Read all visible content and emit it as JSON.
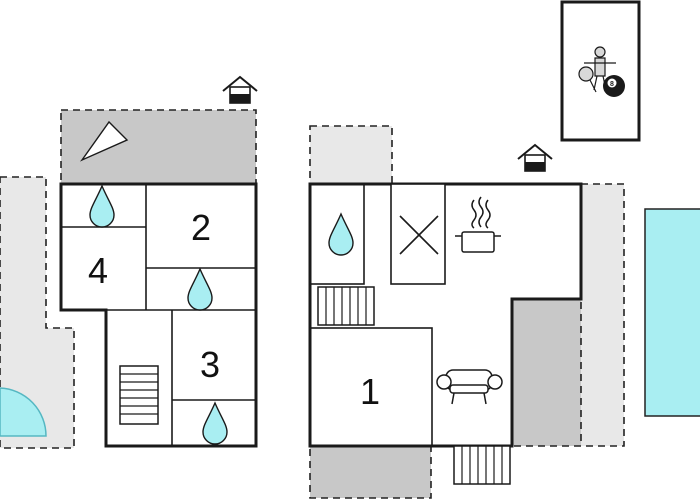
{
  "rooms": [
    {
      "label": "4"
    },
    {
      "label": "2"
    },
    {
      "label": "3"
    },
    {
      "label": "1"
    }
  ],
  "badge": {
    "label": "8"
  },
  "colors": {
    "wall": "#1a1a1a",
    "shade_dark": "#c8c8c8",
    "shade_light": "#e8e8e8",
    "water": "#a9eef2",
    "pool_edge": "#55b7c2",
    "background": "#ffffff"
  },
  "icons": [
    "water-drop-icon",
    "stairs-icon",
    "stove-icon",
    "cooking-pot-icon",
    "sofa-icon",
    "house-entrance-icon",
    "table-tennis-icon",
    "billiard-ball-icon",
    "compass-triangle-icon"
  ]
}
